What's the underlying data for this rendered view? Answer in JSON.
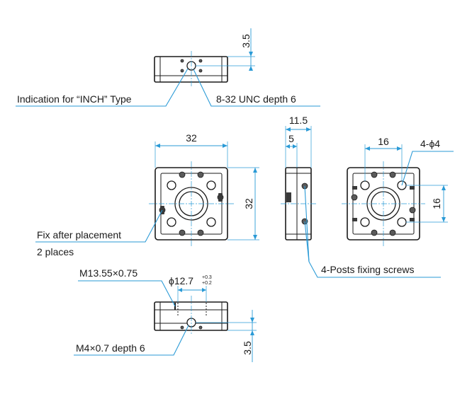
{
  "labels": {
    "inch_indication": "Indication for “INCH” Type",
    "unc_thread": "8-32 UNC  depth 6",
    "fix_after_placement": "Fix after placement",
    "two_places": "2 places",
    "posts_fixing_screws": "4-Posts fixing screws",
    "m13_thread": "M13.55×0.75",
    "m4_thread": "M4×0.7  depth 6",
    "four_phi4": "4-ϕ4"
  },
  "dimensions": {
    "top_height": "3.5",
    "front_width": "32",
    "front_height": "32",
    "side_overall": "11.5",
    "side_partial": "5",
    "back_spacing_h": "16",
    "back_spacing_v": "16",
    "bore_diameter": "ϕ12.7",
    "bore_tol_upper": "+0.3",
    "bore_tol_lower": "+0.2",
    "bottom_height": "3.5"
  },
  "colors": {
    "dimension_lines": "#2a9ad6",
    "outline": "#1a1a1a"
  }
}
